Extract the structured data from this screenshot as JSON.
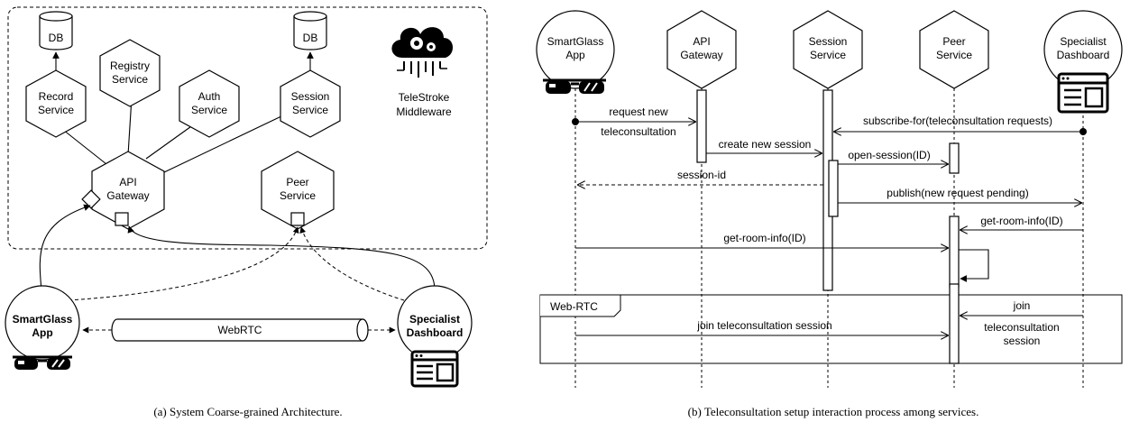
{
  "left": {
    "caption": "(a) System Coarse-grained Architecture.",
    "db_left": "DB",
    "db_right": "DB",
    "record_service": [
      "Record",
      "Service"
    ],
    "registry_service": [
      "Registry",
      "Service"
    ],
    "auth_service": [
      "Auth",
      "Service"
    ],
    "session_service": [
      "Session",
      "Service"
    ],
    "api_gateway": [
      "API",
      "Gateway"
    ],
    "peer_service": [
      "Peer",
      "Service"
    ],
    "middleware": [
      "TeleStroke",
      "Middleware"
    ],
    "smartglass": [
      "SmartGlass",
      "App"
    ],
    "specialist": [
      "Specialist",
      "Dashboard"
    ],
    "webrtc": "WebRTC"
  },
  "right": {
    "caption": "(b) Teleconsultation setup interaction process among services.",
    "participants": {
      "smartglass": [
        "SmartGlass",
        "App"
      ],
      "api": [
        "API",
        "Gateway"
      ],
      "session": [
        "Session",
        "Service"
      ],
      "peer": [
        "Peer",
        "Service"
      ],
      "specialist": [
        "Specialist",
        "Dashboard"
      ]
    },
    "messages": {
      "request_new": [
        "request new",
        "teleconsultation"
      ],
      "subscribe": "subscribe-for(teleconsultation requests)",
      "create_session": "create new session",
      "open_session": "open-session(ID)",
      "session_id": "session-id",
      "publish": "publish(new request pending)",
      "get_room_1": "get-room-info(ID)",
      "get_room_2": "get-room-info(ID)",
      "join_left": "join teleconsultation session",
      "join_right": [
        "join",
        "teleconsultation",
        "session"
      ]
    },
    "fragment_label": "Web-RTC"
  }
}
